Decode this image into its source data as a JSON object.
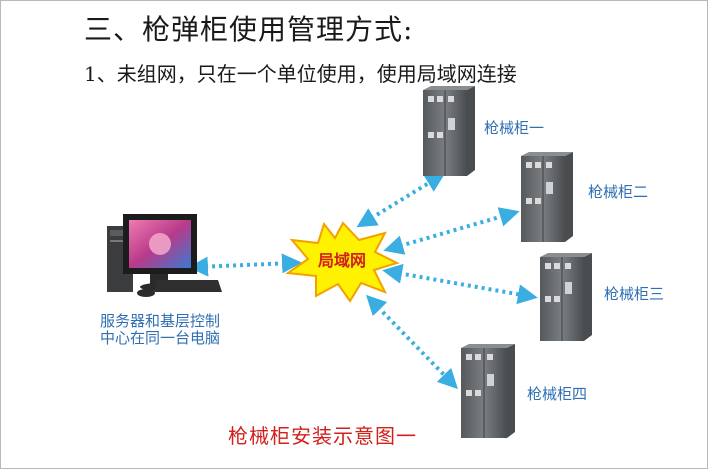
{
  "heading": {
    "title": "三、枪弹柜使用管理方式:",
    "subtitle": "1、未组网，只在一个单位使用，使用局域网连接"
  },
  "network": {
    "label": "局域网"
  },
  "server": {
    "label_line1": "服务器和基层控制",
    "label_line2": "中心在同一台电脑"
  },
  "cabinets": [
    {
      "label": "枪械柜一"
    },
    {
      "label": "枪械柜二"
    },
    {
      "label": "枪械柜三"
    },
    {
      "label": "枪械柜四"
    }
  ],
  "caption": "枪械柜安装示意图一",
  "colors": {
    "title_text": "#1a1a1a",
    "label_blue": "#2f6fb3",
    "arrow": "#3aaee0",
    "burst_fill": "#fff200",
    "burst_text": "#d2201c",
    "caption_red": "#d2201c",
    "cabinet_body": "#6b6f72"
  }
}
